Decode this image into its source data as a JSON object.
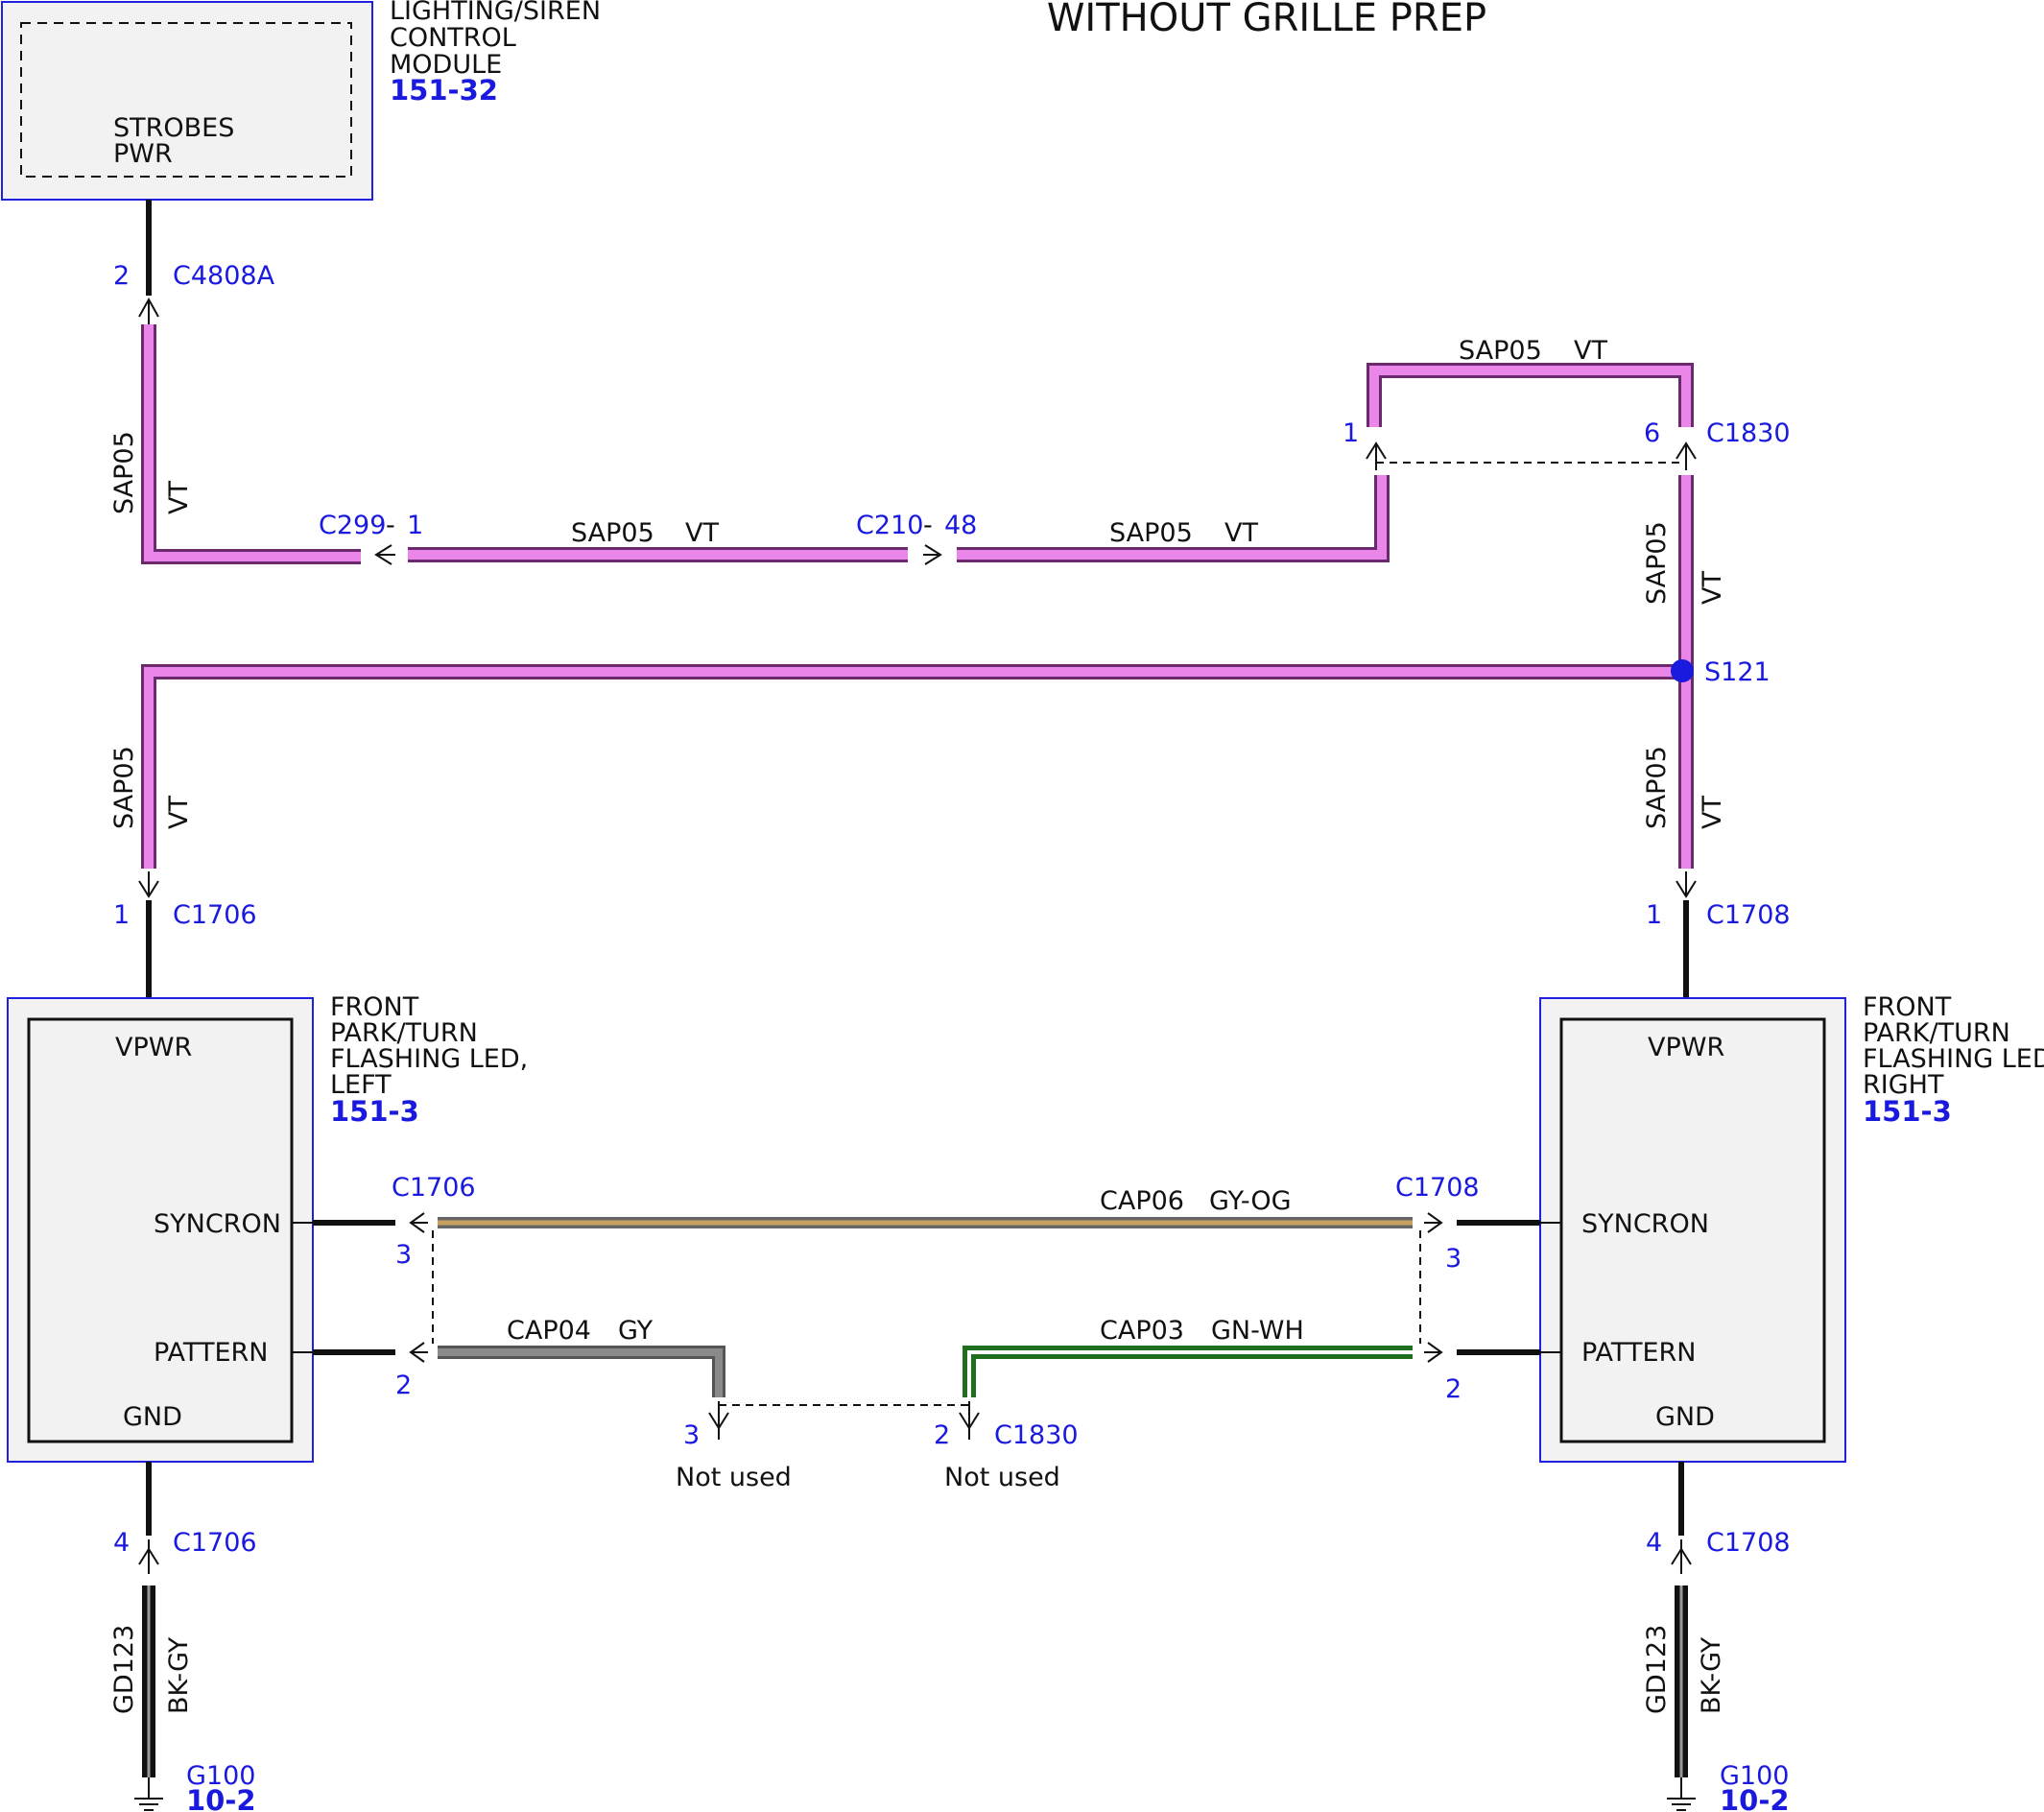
{
  "title": "WITHOUT GRILLE PREP",
  "modules": {
    "lighting_siren": {
      "name_lines": [
        "LIGHTING/SIREN",
        "CONTROL",
        "MODULE"
      ],
      "ref": "151-32",
      "pin_label_lines": [
        "STROBES",
        "PWR"
      ]
    },
    "led_left": {
      "name_lines": [
        "FRONT",
        "PARK/TURN",
        "FLASHING LED,",
        "LEFT"
      ],
      "ref": "151-3",
      "pins": {
        "vpwr": "VPWR",
        "syncron": "SYNCRON",
        "pattern": "PATTERN",
        "gnd": "GND"
      }
    },
    "led_right": {
      "name_lines": [
        "FRONT",
        "PARK/TURN",
        "FLASHING LED,",
        "RIGHT"
      ],
      "ref": "151-3",
      "pins": {
        "vpwr": "VPWR",
        "syncron": "SYNCRON",
        "pattern": "PATTERN",
        "gnd": "GND"
      }
    }
  },
  "connectors": {
    "c4808a": {
      "id": "C4808A",
      "pin": "2"
    },
    "c299": {
      "id": "C299",
      "pin": "1"
    },
    "c210": {
      "id": "C210",
      "pin": "48"
    },
    "c1830_top_left_pin": "1",
    "c1830_top": {
      "id": "C1830",
      "pin": "6"
    },
    "c1706_top": {
      "id": "C1706",
      "pin": "1"
    },
    "c1708_top": {
      "id": "C1708",
      "pin": "1"
    },
    "c1706_mid": {
      "id": "C1706",
      "pin_syncron": "3",
      "pin_pattern": "2"
    },
    "c1708_mid": {
      "id": "C1708",
      "pin_syncron": "3",
      "pin_pattern": "2"
    },
    "c1830_bottom": {
      "id": "C1830",
      "pin_left": "3",
      "pin_right": "2"
    },
    "c1706_bottom": {
      "id": "C1706",
      "pin": "4"
    },
    "c1708_bottom": {
      "id": "C1708",
      "pin": "4"
    }
  },
  "splice": {
    "id": "S121"
  },
  "wires": {
    "sap05": {
      "circuit": "SAP05",
      "color": "VT"
    },
    "cap06": {
      "circuit": "CAP06",
      "color": "GY-OG"
    },
    "cap04": {
      "circuit": "CAP04",
      "color": "GY"
    },
    "cap03": {
      "circuit": "CAP03",
      "color": "GN-WH"
    },
    "gd123": {
      "circuit": "GD123",
      "color": "BK-GY"
    }
  },
  "not_used": "Not used",
  "grounds": {
    "left": {
      "id": "G100",
      "ref": "10-2"
    },
    "right": {
      "id": "G100",
      "ref": "10-2"
    }
  },
  "colors": {
    "violet": "#ea86ea",
    "gray": "#808080",
    "gray_orange": "#c8a060",
    "green": "#2a8a2a",
    "callout_blue": "#1a1adf"
  }
}
